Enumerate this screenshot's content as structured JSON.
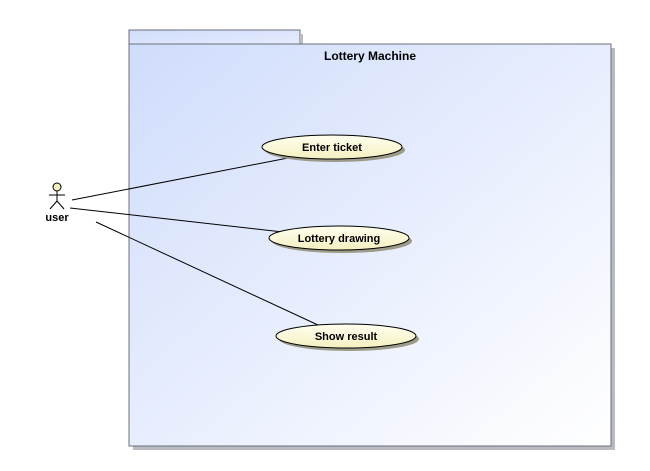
{
  "diagram": {
    "package": {
      "title": "Lottery Machine"
    },
    "actor": {
      "label": "user"
    },
    "use_cases": [
      {
        "label": "Enter ticket"
      },
      {
        "label": "Lottery drawing"
      },
      {
        "label": "Show result"
      }
    ],
    "colors": {
      "package_gradient_start": "#cfdcfb",
      "package_gradient_end": "#ffffff",
      "package_border": "#6b6f7a",
      "usecase_fill_start": "#fffff0",
      "usecase_fill_end": "#f4f0c0",
      "usecase_border": "#000000",
      "actor_head_fill": "#f4f0c0",
      "line": "#000000"
    }
  }
}
